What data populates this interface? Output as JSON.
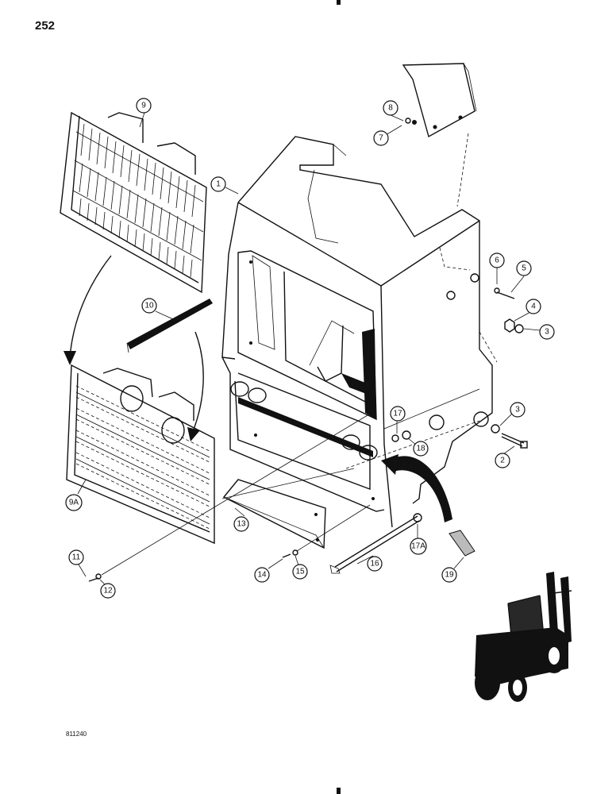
{
  "page_number": "252",
  "figure_number": "811240",
  "callouts": {
    "c1": "1",
    "c2": "2",
    "c3a": "3",
    "c3b": "3",
    "c4": "4",
    "c5": "5",
    "c6": "6",
    "c7": "7",
    "c8": "8",
    "c9": "9",
    "c9a": "9A",
    "c10": "10",
    "c11": "11",
    "c12": "12",
    "c13": "13",
    "c14": "14",
    "c15": "15",
    "c16": "16",
    "c17": "17",
    "c17a": "17A",
    "c18": "18",
    "c19": "19"
  }
}
